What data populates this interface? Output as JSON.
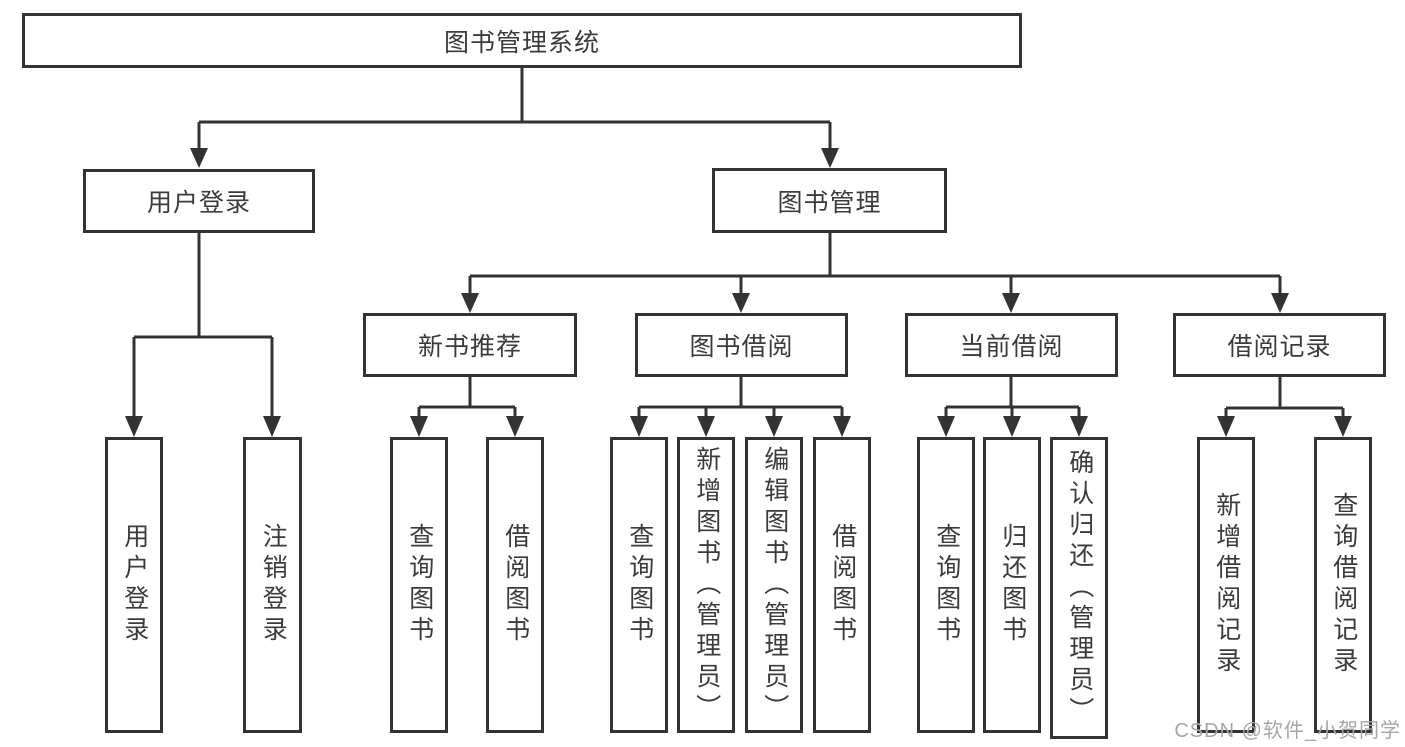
{
  "tree": {
    "root": {
      "label": "图书管理系统"
    },
    "level2": [
      {
        "label": "用户登录"
      },
      {
        "label": "图书管理"
      }
    ],
    "level3": [
      {
        "label": "新书推荐"
      },
      {
        "label": "图书借阅"
      },
      {
        "label": "当前借阅"
      },
      {
        "label": "借阅记录"
      }
    ],
    "leaves": {
      "user_login": [
        "用户登录",
        "注销登录"
      ],
      "new_book": [
        "查询图书",
        "借阅图书"
      ],
      "book_borrow": [
        "查询图书",
        "新增图书（管理员）",
        "编辑图书（管理员）",
        "借阅图书"
      ],
      "current_borrow": [
        "查询图书",
        "归还图书",
        "确认归还（管理员）"
      ],
      "borrow_record": [
        "新增借阅记录",
        "查询借阅记录"
      ]
    }
  },
  "watermark": {
    "text": "CSDN @软件_小贺同学"
  },
  "colors": {
    "line": "#333333",
    "text": "#3b3b3b",
    "watermark": "#a6a6a6",
    "background": "#ffffff"
  }
}
